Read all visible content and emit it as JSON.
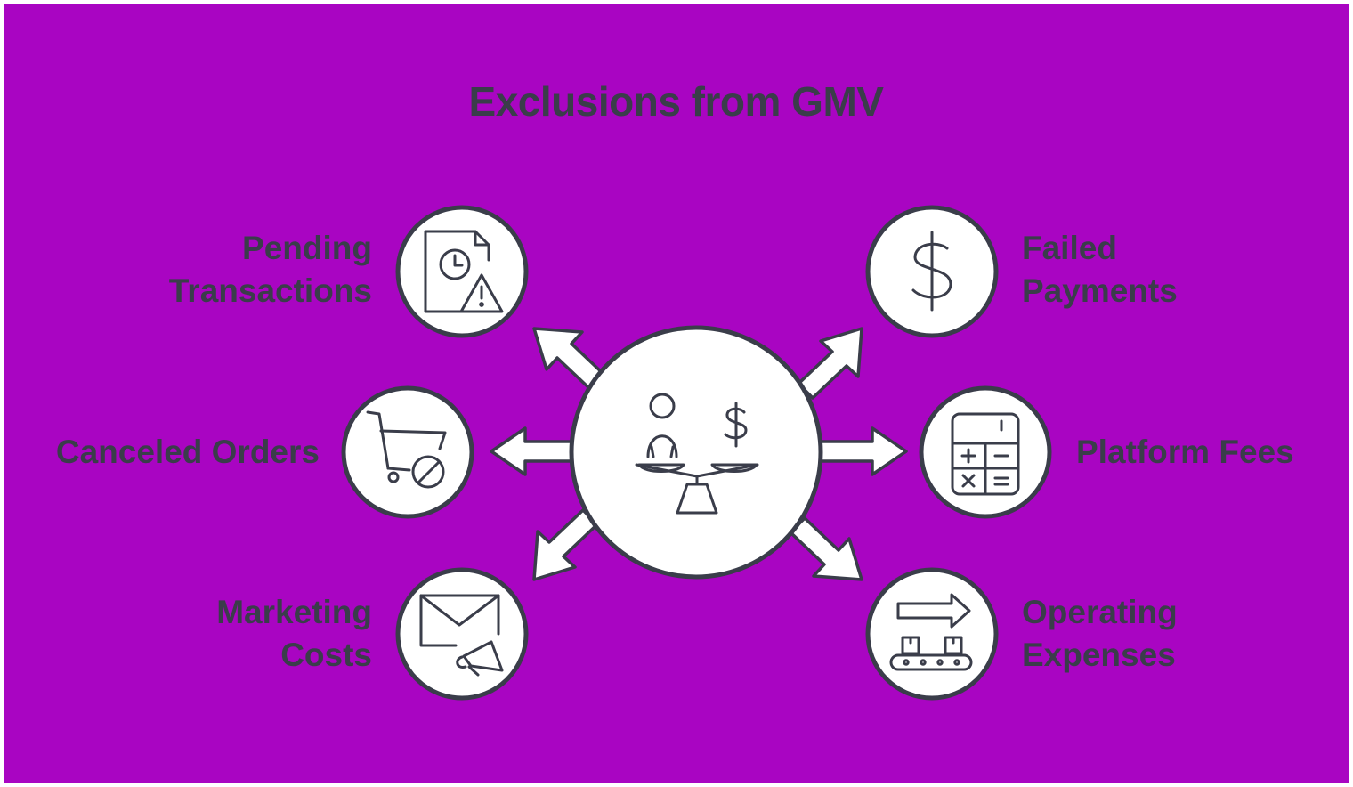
{
  "colors": {
    "background": "#a905c2",
    "text": "#3a3d4a",
    "stroke": "#3a3d4a",
    "fill": "#ffffff"
  },
  "title": "Exclusions from GMV",
  "center": {
    "icon": "balance-scale-person-dollar-icon"
  },
  "items": [
    {
      "id": "pending",
      "lines": [
        "Pending",
        "Transactions"
      ],
      "icon": "document-clock-warning-icon"
    },
    {
      "id": "failed",
      "lines": [
        "Failed",
        "Payments"
      ],
      "icon": "dollar-sign-icon"
    },
    {
      "id": "canceled",
      "lines": [
        "Canceled Orders"
      ],
      "icon": "cart-canceled-icon"
    },
    {
      "id": "platform",
      "lines": [
        "Platform Fees"
      ],
      "icon": "calculator-icon"
    },
    {
      "id": "marketing",
      "lines": [
        "Marketing",
        "Costs"
      ],
      "icon": "envelope-megaphone-icon"
    },
    {
      "id": "operating",
      "lines": [
        "Operating",
        "Expenses"
      ],
      "icon": "conveyor-arrow-icon"
    }
  ]
}
